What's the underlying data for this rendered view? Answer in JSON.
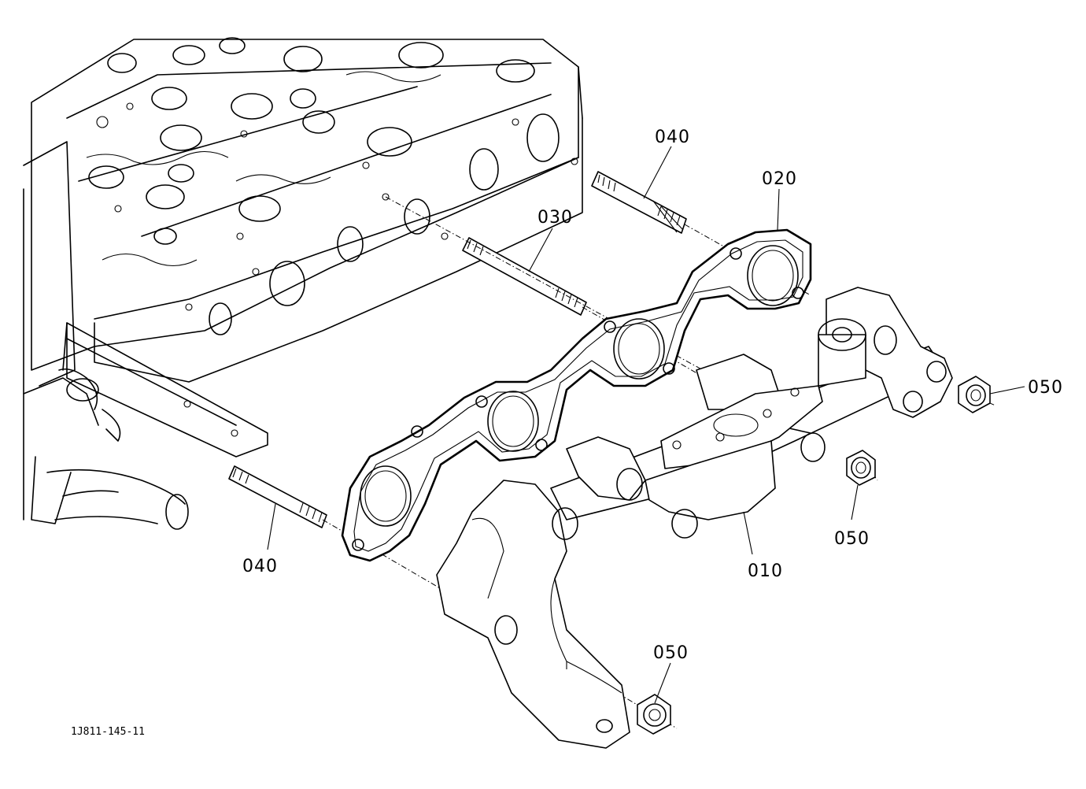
{
  "callouts": {
    "p010": "010",
    "p020": "020",
    "p030": "030",
    "p040_top": "040",
    "p040_bottom": "040",
    "p050_right": "050",
    "p050_mid": "050",
    "p050_bottom": "050"
  },
  "drawing_id": "1J811-145-11"
}
